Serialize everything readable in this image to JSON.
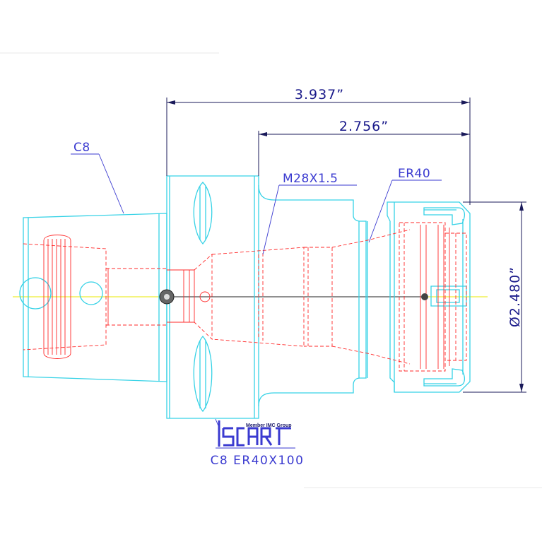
{
  "dimensions": {
    "overall_length": "3.937”",
    "gauge_length": "2.756”",
    "diameter": "Ø2.480”"
  },
  "labels": {
    "shank": "C8",
    "thread": "M28X1.5",
    "collet": "ER40"
  },
  "logo": {
    "member_text": "Member IMC Group",
    "brand": "iscar"
  },
  "model_name": "C8  ER40X100",
  "colors": {
    "outline": "#36d2e6",
    "hidden_lines": "#ff2a2a",
    "dimensions": "#1a1a5a",
    "labels": "#3a3ad0",
    "centerline": "#e8e800"
  }
}
